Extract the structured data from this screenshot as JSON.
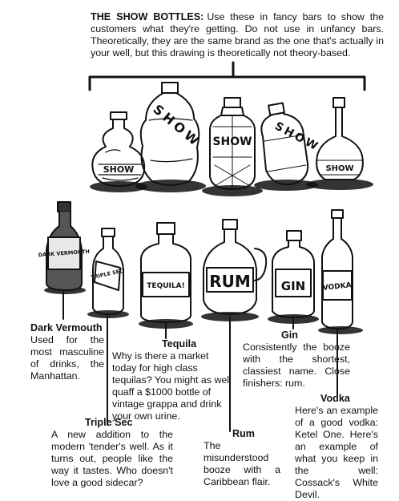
{
  "intro": {
    "heading": "THE SHOW BOTTLES:",
    "body": "Use these in fancy bars to show the customers what they're getting. Do not use in unfancy bars. Theoretically, they are the same brand as the one that's actually in your well, but this drawing is theoretically not theory-based."
  },
  "show_bottles": {
    "label": "SHOW",
    "count": 5
  },
  "bottles": [
    {
      "label": "DARK VERMOUTH",
      "heading": "Dark Vermouth",
      "body": "Used for the most masculine of drinks, the Manhattan."
    },
    {
      "label": "TRIPLE SEC",
      "heading": "Triple Sec",
      "body": "A new addition to the modern 'tender's well. As it turns out, people like the way it tastes. Who doesn't love a good sidecar?"
    },
    {
      "label": "TEQUILA!",
      "heading": "Tequila",
      "body": "Why is there a market today for high class tequilas? You might as well quaff a $1000 bottle of vintage grappa and drink your own urine."
    },
    {
      "label": "RUM",
      "heading": "Rum",
      "body": "The misunderstood booze with a Caribbean flair."
    },
    {
      "label": "GIN",
      "heading": "Gin",
      "body": "Consistently the booze with the shortest, classiest name. Close finishers: rum."
    },
    {
      "label": "VODKA",
      "heading": "Vodka",
      "body": "Here's an example of a good vodka: Ketel One. Here's an example of what you keep in the well: Cossack's White Devil."
    }
  ]
}
